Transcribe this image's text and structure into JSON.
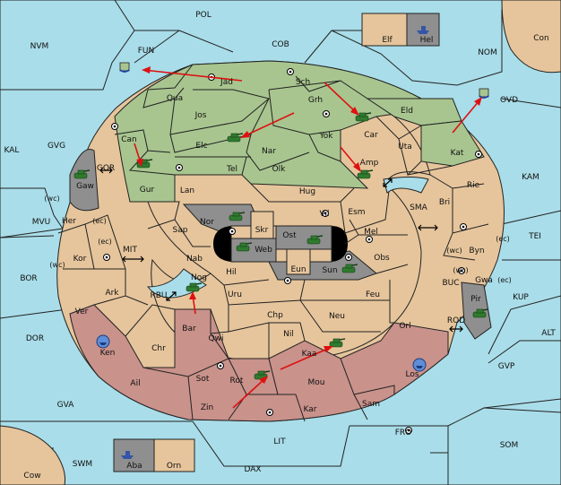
{
  "labels": {
    "POL": "POL",
    "NVM": "NVM",
    "FUN": "FUN",
    "COB": "COB",
    "NOM": "NOM",
    "Con": "Con",
    "Elf": "Elf",
    "Hel": "Hel",
    "OVD": "OVD",
    "KAL": "KAL",
    "GVG": "GVG",
    "GOR": "GOR",
    "Gaw": "Gaw",
    "wc1": "(wc)",
    "Her": "Her",
    "ec1": "(ec)",
    "MVU": "MVU",
    "ec2": "(ec)",
    "Kor": "Kor",
    "wc2": "(wc)",
    "BOR": "BOR",
    "MIT": "MIT",
    "Ark": "Ark",
    "RBU": "RBU",
    "Ver": "Ver",
    "DOR": "DOR",
    "Ken": "Ken",
    "Chr": "Chr",
    "Ail": "Ail",
    "GVA": "GVA",
    "Jad": "Jad",
    "Sch": "Sch",
    "Qua": "Qua",
    "Grh": "Grh",
    "Jos": "Jos",
    "Can": "Can",
    "Eld": "Eld",
    "Car": "Car",
    "Elc": "Elc",
    "Nar": "Nar",
    "Yok": "Yok",
    "Uta": "Uta",
    "Kat": "Kat",
    "KAM": "KAM",
    "Tel": "Tel",
    "Olk": "Olk",
    "Amp": "Amp",
    "Gur": "Gur",
    "Lan": "Lan",
    "Hug": "Hug",
    "Rie": "Rie",
    "SMA": "SMA",
    "Bri": "Bri",
    "Esm": "Esm",
    "Vil": "Vil",
    "Nor": "Nor",
    "Sap": "Sap",
    "Skr": "Skr",
    "Ost": "Ost",
    "Mel": "Mel",
    "Web": "Web",
    "wc3": "(wc)",
    "Byn": "Byn",
    "ec3": "(ec)",
    "TEI": "TEI",
    "Obs": "Obs",
    "Nab": "Nab",
    "Eun": "Eun",
    "Sun": "Sun",
    "wc4": "(wc)",
    "Gwa": "Gwa",
    "ec4": "(ec)",
    "Hil": "Hil",
    "Nog": "Nog",
    "Uru": "Uru",
    "Feu": "Feu",
    "BUC": "BUC",
    "Pir": "Pir",
    "KUP": "KUP",
    "Chp": "Chp",
    "Neu": "Neu",
    "Bar": "Bar",
    "Qwi": "Qwi",
    "Nil": "Nil",
    "Orl": "Orl",
    "ROD": "ROD",
    "ALT": "ALT",
    "Kaa": "Kaa",
    "GVP": "GVP",
    "Sot": "Sot",
    "Rot": "Rot",
    "Mou": "Mou",
    "Los": "Los",
    "Sam": "Sam",
    "Zin": "Zin",
    "Kar": "Kar",
    "FRO": "FRO",
    "LIT": "LIT",
    "SOM": "SOM",
    "SWM": "SWM",
    "Aba": "Aba",
    "Orn": "Orn",
    "Cow": "Cow",
    "DAX": "DAX"
  },
  "colors": {
    "land_neutral": "#e6c59c",
    "land_green": "#a8c58f",
    "land_rose": "#c9928b",
    "land_grey": "#8f8f8f",
    "sea": "#a9dde9",
    "order_arrow": "#d11111"
  },
  "units": [
    {
      "type": "army",
      "province": "Gaw",
      "owner": "green"
    },
    {
      "type": "army",
      "province": "Gur",
      "owner": "green"
    },
    {
      "type": "army",
      "province": "Elc",
      "owner": "green"
    },
    {
      "type": "army",
      "province": "Car",
      "owner": "green"
    },
    {
      "type": "army",
      "province": "Amp",
      "owner": "green"
    },
    {
      "type": "army",
      "province": "Nor",
      "owner": "green"
    },
    {
      "type": "army",
      "province": "Web",
      "owner": "green"
    },
    {
      "type": "army",
      "province": "Ost",
      "owner": "green"
    },
    {
      "type": "army",
      "province": "Sun",
      "owner": "green"
    },
    {
      "type": "army",
      "province": "Nog",
      "owner": "green"
    },
    {
      "type": "army",
      "province": "Pir",
      "owner": "green"
    },
    {
      "type": "army",
      "province": "Kaa",
      "owner": "green"
    },
    {
      "type": "army",
      "province": "Rot",
      "owner": "green"
    },
    {
      "type": "fleet",
      "province": "FUN",
      "owner": "green"
    },
    {
      "type": "fleet",
      "province": "OVD",
      "owner": "green"
    },
    {
      "type": "fleet",
      "province": "Hel",
      "owner": "grey"
    },
    {
      "type": "fleet",
      "province": "Aba",
      "owner": "grey"
    },
    {
      "type": "fleet",
      "province": "Ken",
      "owner": "rose"
    },
    {
      "type": "fleet",
      "province": "Los",
      "owner": "rose"
    }
  ]
}
